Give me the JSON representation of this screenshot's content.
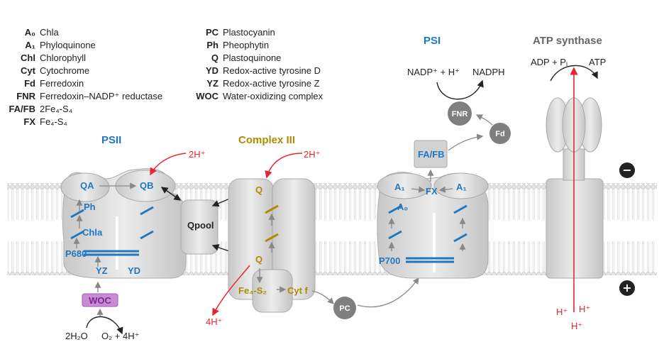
{
  "legend_left": [
    {
      "abbr": "A₀",
      "desc": "Chla"
    },
    {
      "abbr": "A₁",
      "desc": "Phyloquinone"
    },
    {
      "abbr": "Chl",
      "desc": "Chlorophyll"
    },
    {
      "abbr": "Cyt",
      "desc": "Cytochrome"
    },
    {
      "abbr": "Fd",
      "desc": "Ferredoxin"
    },
    {
      "abbr": "FNR",
      "desc": "Ferredoxin–NADP⁺ reductase"
    },
    {
      "abbr": "FA/FB",
      "desc": "2Fe₄-S₄"
    },
    {
      "abbr": "FX",
      "desc": "Fe₄-S₄"
    }
  ],
  "legend_right": [
    {
      "abbr": "PC",
      "desc": "Plastocyanin"
    },
    {
      "abbr": "Ph",
      "desc": "Pheophytin"
    },
    {
      "abbr": "Q",
      "desc": "Plastoquinone"
    },
    {
      "abbr": "YD",
      "desc": "Redox-active tyrosine D"
    },
    {
      "abbr": "YZ",
      "desc": "Redox-active tyrosine Z"
    },
    {
      "abbr": "WOC",
      "desc": "Water-oxidizing complex"
    }
  ],
  "titles": {
    "psii": "PSII",
    "complex3": "Complex III",
    "psi": "PSI",
    "atp_synthase": "ATP synthase"
  },
  "psii": {
    "qa": "QA",
    "qb": "QB",
    "ph": "Ph",
    "chla": "Chla",
    "p680": "P680",
    "yz": "YZ",
    "yd": "YD",
    "woc": "WOC",
    "water": "2H₂O",
    "products": "O₂ + 4H⁺",
    "protons_in": "2H⁺"
  },
  "qpool": "Qpool",
  "complex3": {
    "q_top": "Q",
    "q_bottom": "Q",
    "fes": "Fe₄-S₂",
    "cytf": "Cyt f",
    "protons_in": "2H⁺",
    "protons_out": "4H⁺"
  },
  "pc": "PC",
  "psi": {
    "fafb": "FA/FB",
    "a1_left": "A₁",
    "a1_right": "A₁",
    "fx": "FX",
    "a0": "A₀",
    "p700": "P700",
    "nadp_in": "NADP⁺ + H⁺",
    "nadph": "NADPH",
    "fnr": "FNR",
    "fd": "Fd"
  },
  "atp": {
    "adp": "ADP + Pᵢ",
    "atp": "ATP",
    "h1": "H⁺",
    "h2": "H⁺",
    "h3": "H⁺"
  },
  "membrane_signs": {
    "top": "−",
    "bottom": "+"
  },
  "colors": {
    "blue": "#1f78c1",
    "olive": "#b08a00",
    "red": "#e8252f",
    "protein": "#d8d8d8",
    "carrier": "#7f7f7f",
    "woc": "#c98bd6"
  }
}
